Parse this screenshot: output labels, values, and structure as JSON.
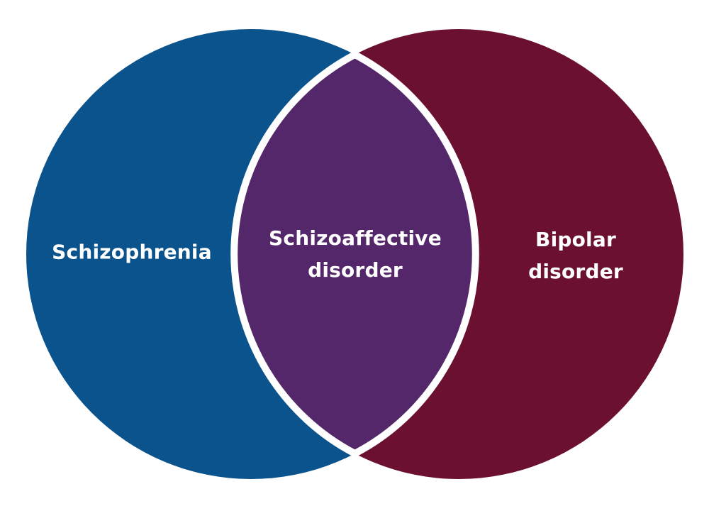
{
  "venn": {
    "type": "venn-diagram",
    "background_color": "#ffffff",
    "left_circle": {
      "label": "Schizophrenia",
      "color": "#0B538D"
    },
    "right_circle": {
      "label": "Bipolar disorder",
      "color": "#6C1031"
    },
    "overlap": {
      "label": "Schizoaffective disorder",
      "color": "#532769",
      "outline_color": "#ffffff"
    },
    "label_text_color": "#ffffff"
  }
}
